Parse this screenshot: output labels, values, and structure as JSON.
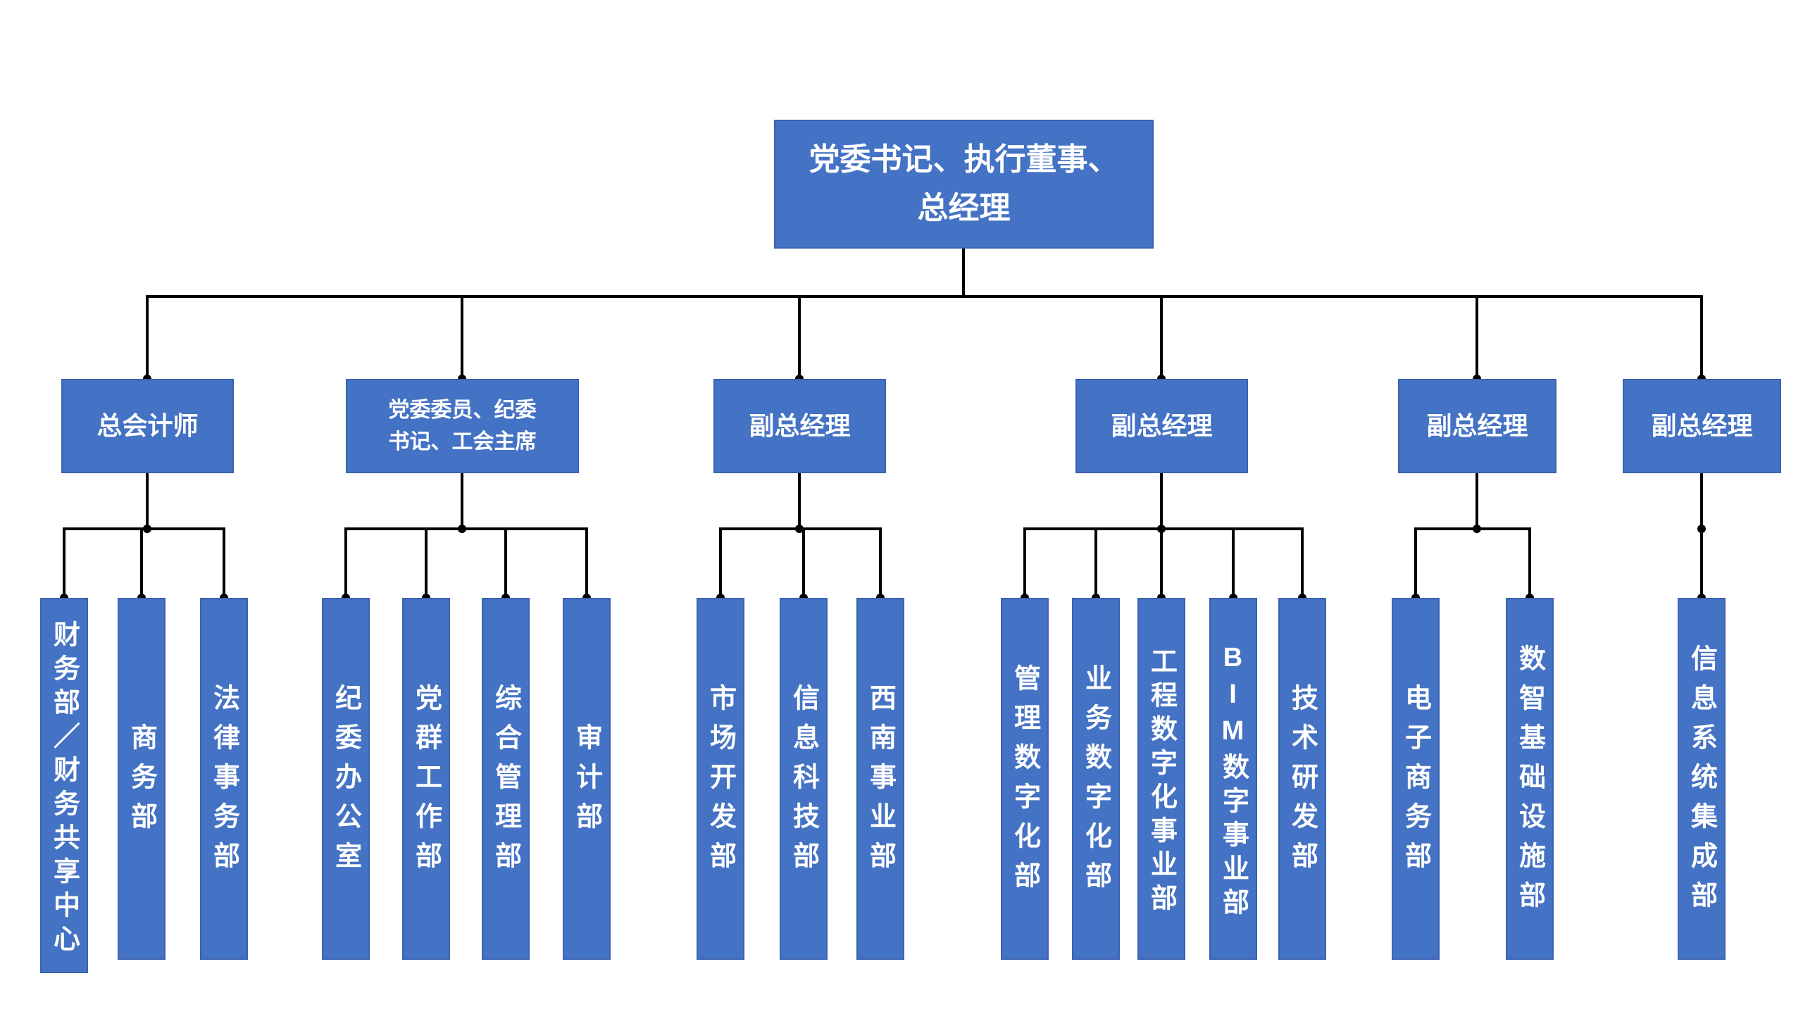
{
  "org": {
    "root": {
      "label": "党委书记、执行董事、\n总经理"
    },
    "branches": [
      {
        "head": {
          "label": "总会计师"
        },
        "departments": [
          {
            "label": "财务部／财务共享中心"
          },
          {
            "label": "商务部"
          },
          {
            "label": "法律事务部"
          }
        ]
      },
      {
        "head": {
          "label": "党委委员、纪委\n书记、工会主席"
        },
        "departments": [
          {
            "label": "纪委办公室"
          },
          {
            "label": "党群工作部"
          },
          {
            "label": "综合管理部"
          },
          {
            "label": "审计部"
          }
        ]
      },
      {
        "head": {
          "label": "副总经理"
        },
        "departments": [
          {
            "label": "市场开发部"
          },
          {
            "label": "信息科技部"
          },
          {
            "label": "西南事业部"
          }
        ]
      },
      {
        "head": {
          "label": "副总经理"
        },
        "departments": [
          {
            "label": "管理数字化部"
          },
          {
            "label": "业务数字化部"
          },
          {
            "label": "工程数字化事业部"
          },
          {
            "label": "BIM数字事业部"
          },
          {
            "label": "技术研发部"
          }
        ]
      },
      {
        "head": {
          "label": "副总经理"
        },
        "departments": [
          {
            "label": "电子商务部"
          },
          {
            "label": "数智基础设施部"
          }
        ]
      },
      {
        "head": {
          "label": "副总经理"
        },
        "departments": [
          {
            "label": "信息系统集成部"
          }
        ]
      }
    ]
  },
  "colors": {
    "node_fill": "#4472C4",
    "node_border": "#3A62B0",
    "node_text": "#FFFFFF",
    "connector": "#000000",
    "background": "#FFFFFF"
  }
}
